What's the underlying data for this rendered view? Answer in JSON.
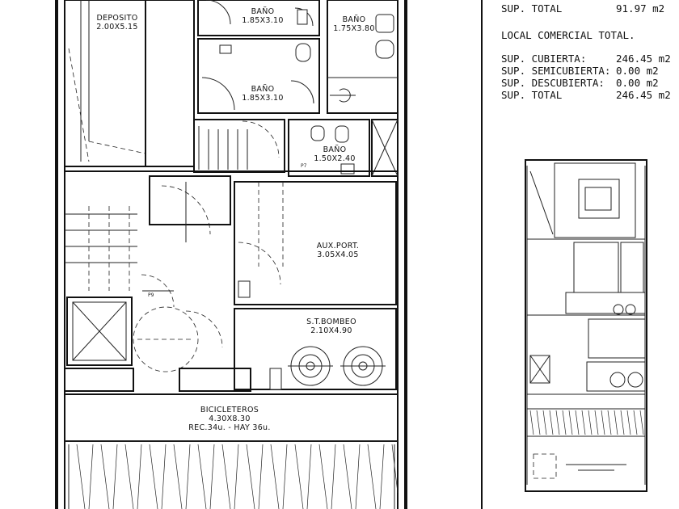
{
  "rooms": {
    "deposito": {
      "name": "DEPOSITO",
      "dims": "2.00X5.15"
    },
    "bano1": {
      "name": "BAÑO",
      "dims": "1.85X3.10"
    },
    "bano2": {
      "name": "BAÑO",
      "dims": "1.75X3.80"
    },
    "bano3": {
      "name": "BAÑO",
      "dims": "1.85X3.10"
    },
    "bano4": {
      "name": "BAÑO",
      "dims": "1.50X2.40"
    },
    "auxport": {
      "name": "AUX.PORT.",
      "dims": "3.05X4.05"
    },
    "bombeo": {
      "name": "S.T.BOMBEO",
      "dims": "2.10X4.90"
    },
    "bicis": {
      "name": "BICICLETEROS",
      "dims": "4.30X8.30",
      "note": "REC.34u. - HAY 36u."
    }
  },
  "markers": {
    "p7": "P7",
    "p9": "P9"
  },
  "areas": {
    "prev_total_label": "SUP. TOTAL",
    "prev_total_value": "91.97 m2",
    "section_title": "LOCAL COMERCIAL TOTAL.",
    "rows": [
      {
        "label": "SUP. CUBIERTA:",
        "value": "246.45 m2"
      },
      {
        "label": "SUP. SEMICUBIERTA:",
        "value": "0.00 m2"
      },
      {
        "label": "SUP. DESCUBIERTA:",
        "value": "0.00 m2"
      },
      {
        "label": "SUP. TOTAL",
        "value": "246.45 m2"
      }
    ]
  }
}
